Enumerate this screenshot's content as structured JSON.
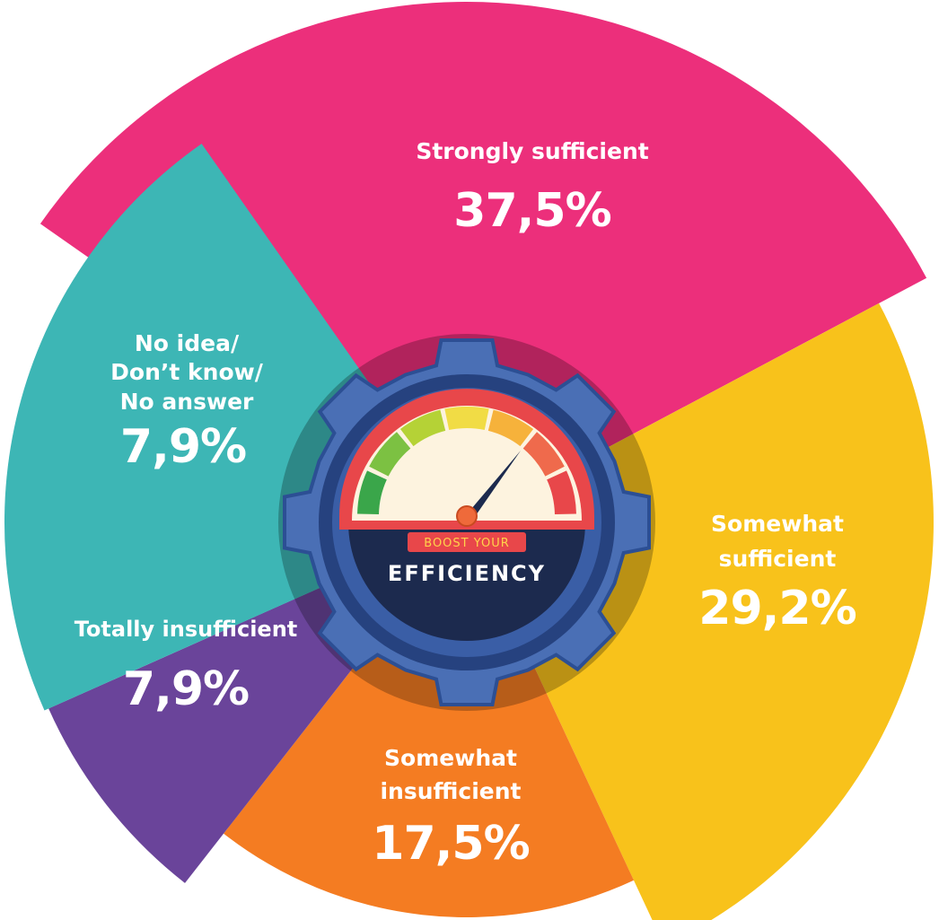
{
  "chart_data": {
    "type": "pie",
    "categories": [
      "Strongly sufficient",
      "Somewhat sufficient",
      "Somewhat insufficient",
      "Totally insufficient",
      "No idea/ Don’t know/ No answer"
    ],
    "values": [
      37.5,
      29.2,
      17.5,
      7.9,
      7.9
    ],
    "labels": {
      "strongly_sufficient": {
        "lines": [
          "Strongly sufficient"
        ],
        "value": "37,5%"
      },
      "somewhat_sufficient": {
        "lines": [
          "Somewhat",
          "sufficient"
        ],
        "value": "29,2%"
      },
      "somewhat_insufficient": {
        "lines": [
          "Somewhat",
          "insufficient"
        ],
        "value": "17,5%"
      },
      "totally_insufficient": {
        "lines": [
          "Totally insufficient"
        ],
        "value": "7,9%"
      },
      "no_idea": {
        "lines": [
          "No idea/",
          "Don’t know/",
          "No answer"
        ],
        "value": "7,9%"
      }
    },
    "colors": [
      "#ec2f7b",
      "#f8c21b",
      "#f47c22",
      "#6a449a",
      "#3db6b5"
    ]
  },
  "center_badge": {
    "top_text": "BOOST YOUR",
    "main_text": "EFFICIENCY",
    "gauge_colors": [
      "#3aa64a",
      "#7cc142",
      "#b5d236",
      "#f1dc45",
      "#f6b23b",
      "#ef6a4c",
      "#e8474a"
    ]
  }
}
